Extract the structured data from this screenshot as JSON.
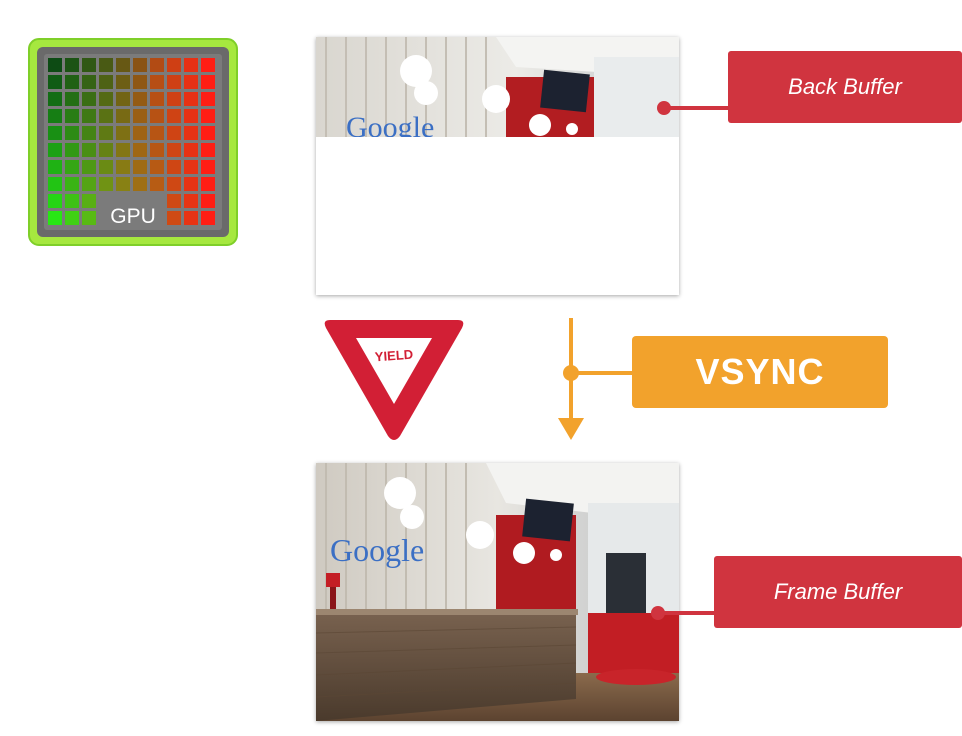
{
  "gpu": {
    "label": "GPU"
  },
  "back_buffer": {
    "label": "Back Buffer"
  },
  "frame_buffer": {
    "label": "Frame Buffer"
  },
  "vsync": {
    "label": "VSYNC"
  },
  "yield_sign": {
    "label": "YIELD"
  },
  "photo": {
    "logo_text": "Google"
  },
  "colors": {
    "label_red": "#d0343f",
    "vsync_orange": "#f2a22c",
    "gpu_green": "#9be33a",
    "yield_red": "#d21f35"
  }
}
